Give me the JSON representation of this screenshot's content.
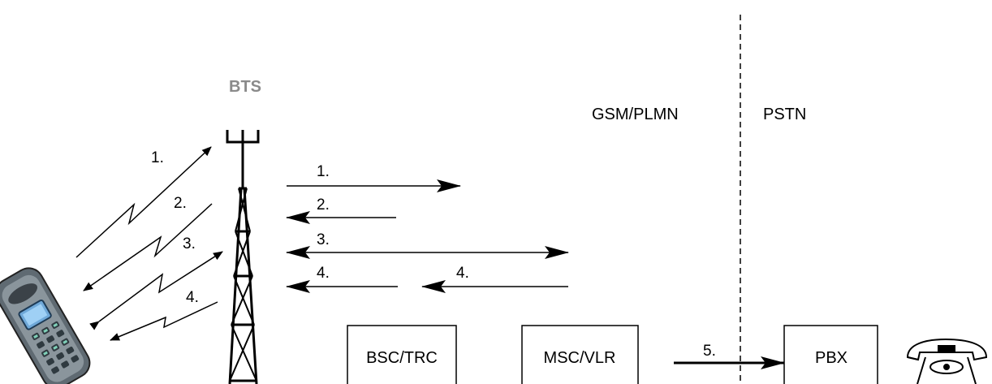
{
  "bts_label": "BTS",
  "region_left": "GSM/PLMN",
  "region_right": "PSTN",
  "boxes": {
    "bsc": "BSC/TRC",
    "msc": "MSC/VLR",
    "pbx": "PBX"
  },
  "radio_steps": [
    "1.",
    "2.",
    "3.",
    "4."
  ],
  "network_steps": [
    "1.",
    "2.",
    "3.",
    "4.",
    "4.",
    "5."
  ],
  "colors": {
    "stroke": "#000000",
    "bts_label": "#8a8a8a"
  },
  "icons": [
    "mobile-phone-icon",
    "antenna-tower-icon",
    "telephone-icon"
  ]
}
